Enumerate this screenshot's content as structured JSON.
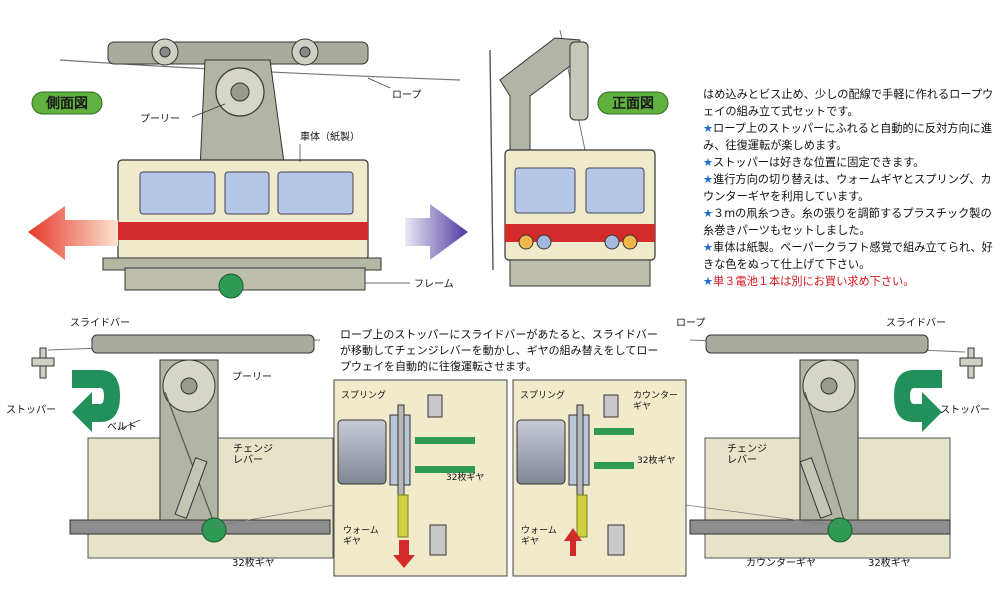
{
  "labels": {
    "side_view": "側面図",
    "front_view": "正面図",
    "rope": "ロープ",
    "pulley": "プーリー",
    "body": "車体（紙製）",
    "frame": "フレーム",
    "slide_bar": "スライドバー",
    "stopper": "ストッパー",
    "belt": "ベルト",
    "change_lever": "チェンジ\nレバー",
    "gear_32": "32枚ギヤ",
    "spring": "スプリング",
    "counter_gear_detail": "カウンター\nギヤ",
    "worm_gear": "ウォーム\nギヤ",
    "counter_gear": "カウンターギヤ"
  },
  "caption": "ロープ上のストッパーにスライドバーがあたると、スライドバーが移動してチェンジレバーを動かし、ギヤの組み替えをしてロープウェイを自動的に往復運転させます。",
  "description": {
    "intro": "はめ込みとビス止め、少しの配線で手軽に作れるロープウェイの組み立て式セットです。",
    "bullets": [
      "ロープ上のストッパーにふれると自動的に反対方向に進み、往復運転が楽しめます。",
      "ストッパーは好きな位置に固定できます。",
      "進行方向の切り替えは、ウォームギヤとスプリング、カウンターギヤを利用しています。",
      "３mの凧糸つき。糸の張りを調節するプラスチック製の糸巻きパーツもセットしました。",
      "車体は紙製。ペーパークラフト感覚で組み立てられ、好きな色をぬって仕上げて下さい。"
    ],
    "note": "単３電池１本は別にお買い求め下さい。",
    "star_symbol": "★"
  },
  "colors": {
    "body_red": "#d42a2a",
    "body_cream": "#efeacb",
    "window_blue": "#b6c6e6",
    "frame_gray": "#8e8e8e",
    "gear_green": "#2f9a55",
    "arrow_red": "#e24b2b",
    "arrow_purple": "#5b43a6",
    "arrow_green": "#21905a",
    "badge_green": "#61b13e",
    "star_blue": "#1e6fd0",
    "note_red": "#d4141c"
  }
}
